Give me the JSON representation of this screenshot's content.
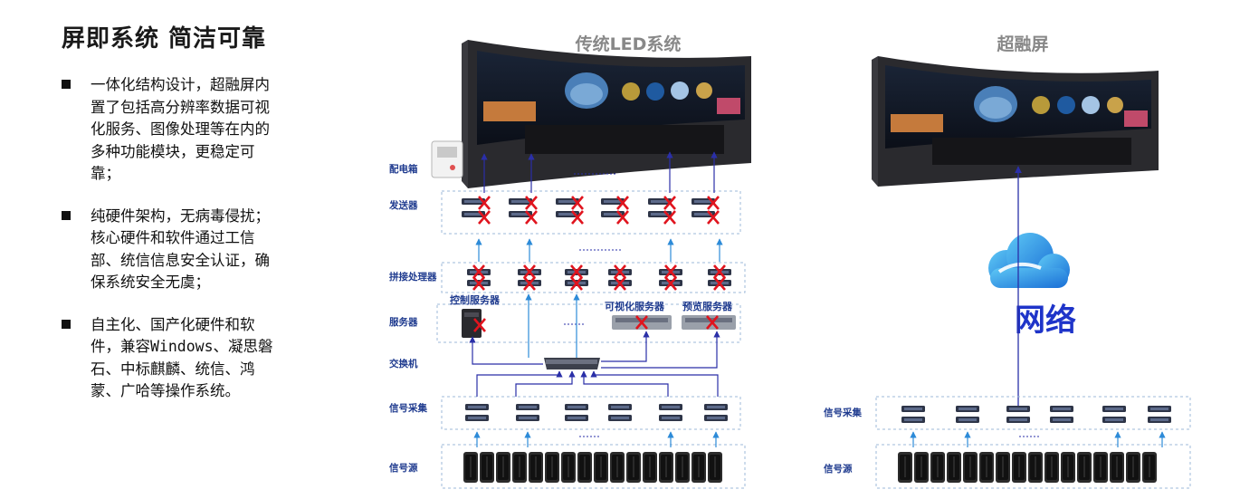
{
  "headline": "屏即系统 简洁可靠",
  "features": [
    "一体化结构设计，超融屏内置了包括高分辨率数据可视化服务、图像处理等在内的多种功能模块，更稳定可靠；",
    "纯硬件架构，无病毒侵扰；核心硬件和软件通过工信部、统信信息安全认证，确保系统安全无虞；",
    "自主化、国产化硬件和软件，兼容Windows、凝思磐石、中标麒麟、统信、鸿蒙、广哈等操作系统。"
  ],
  "traditional": {
    "title": "传统LED系统",
    "labels": {
      "power_box": "配电箱",
      "sender": "发送器",
      "splice_processor": "拼接处理器",
      "server": "服务器",
      "switch": "交换机",
      "signal_capture": "信号采集",
      "signal_source": "信号源"
    },
    "server_names": {
      "control": "控制服务器",
      "visualization": "可视化服务器",
      "preview": "预览服务器"
    }
  },
  "fusion": {
    "title": "超融屏",
    "network": "网络",
    "labels": {
      "signal_capture": "信号采集",
      "signal_source": "信号源"
    }
  },
  "colors": {
    "arrow": "#2a2fa8",
    "light_arrow": "#2d8bd8",
    "box_border": "#9db8d8",
    "cross": "#e0141e",
    "label": "#1f3b8f",
    "network": "#1e34c9"
  },
  "icon_names": [
    "wall-screen-icon",
    "power-box-icon",
    "sender-device-icon",
    "splice-processor-icon",
    "tower-server-icon",
    "rack-server-icon",
    "network-switch-icon",
    "capture-device-icon",
    "pc-tower-icon",
    "cloud-icon",
    "cross-mark-icon"
  ]
}
